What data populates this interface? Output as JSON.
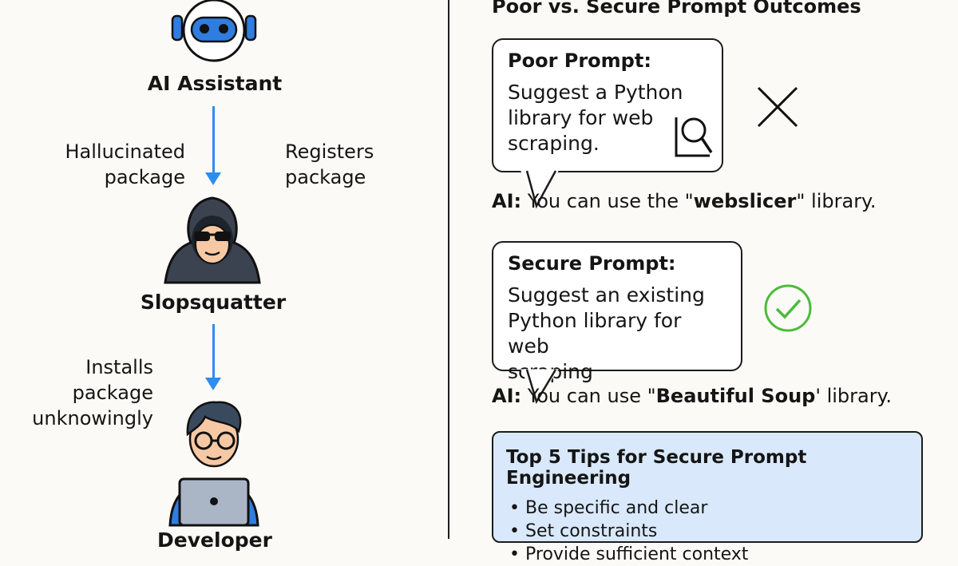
{
  "left_flow": {
    "ai_assistant": {
      "label": "AI Assistant"
    },
    "arrow1_left_label": [
      "Hallucinated",
      "package"
    ],
    "arrow1_right_label": [
      "Registers",
      "package"
    ],
    "slopsquatter": {
      "label": "Slopsquatter"
    },
    "arrow2_left_label": [
      "Installs",
      "package",
      "unknowingly"
    ],
    "developer": {
      "label": "Developer"
    }
  },
  "right_panel": {
    "title": "Poor vs. Secure Prompt Outcomes",
    "poor": {
      "title": "Poor Prompt:",
      "text": [
        "Suggest a Python",
        "library for web",
        "scraping."
      ],
      "ai_tag": "AI:",
      "reply_pre": "You can use the \"",
      "reply_bold": "webslicer",
      "reply_post": "\" library."
    },
    "secure": {
      "title": "Secure Prompt:",
      "text": [
        "Suggest an existing",
        "Python library for web",
        "scraping"
      ],
      "ai_tag": "AI:",
      "reply_pre": "You can use \"",
      "reply_bold": "Beautiful Soup",
      "reply_post": "' library."
    },
    "tips": {
      "title": "Top 5 Tips for Secure Prompt Engineering",
      "items": [
        "Be specific and clear",
        "Set constraints",
        "Provide sufficient context"
      ]
    }
  },
  "icons": {
    "robot": "robot-icon",
    "hacker": "hacker-icon",
    "developer": "developer-icon",
    "search": "magnifier-icon",
    "cross": "x-mark-icon",
    "check": "check-circle-icon"
  },
  "colors": {
    "arrow": "#2f8cf0",
    "robot_blue": "#2f7de0",
    "check_green": "#4cbb3c",
    "tips_bg": "#d9e9fb",
    "hacker_hood": "#3b4350"
  }
}
